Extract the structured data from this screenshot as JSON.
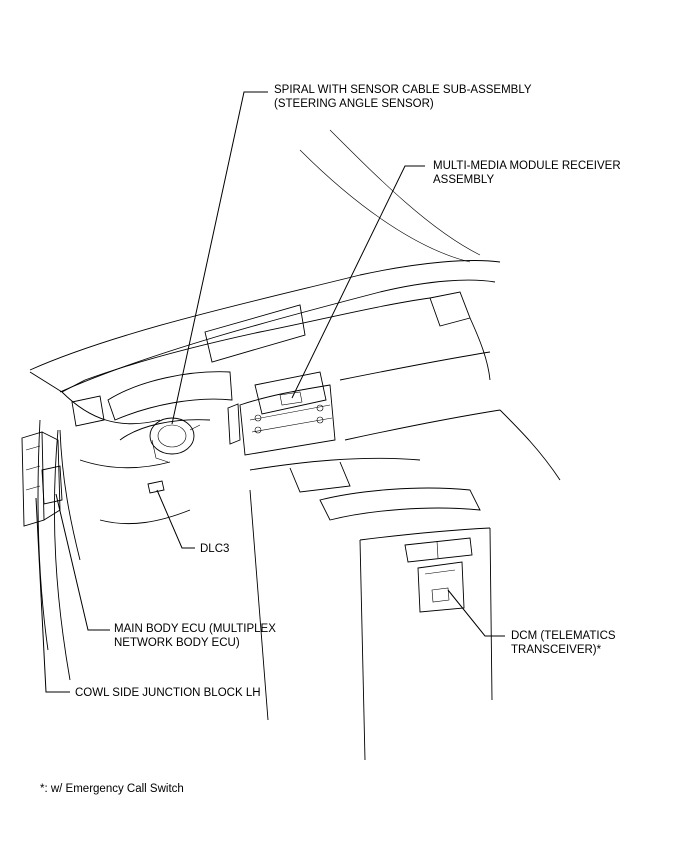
{
  "labels": {
    "spiral_line1": "SPIRAL WITH SENSOR CABLE SUB-ASSEMBLY",
    "spiral_line2": "(STEERING ANGLE SENSOR)",
    "mmm_line1": "MULTI-MEDIA MODULE RECEIVER",
    "mmm_line2": "ASSEMBLY",
    "dlc3": "DLC3",
    "main_body_line1": "MAIN BODY ECU (MULTIPLEX",
    "main_body_line2": "NETWORK BODY ECU)",
    "dcm_line1": "DCM (TELEMATICS",
    "dcm_line2": "TRANSCEIVER)*",
    "cowl_side": "COWL SIDE JUNCTION BLOCK LH"
  },
  "footnote": "*: w/ Emergency Call Switch"
}
